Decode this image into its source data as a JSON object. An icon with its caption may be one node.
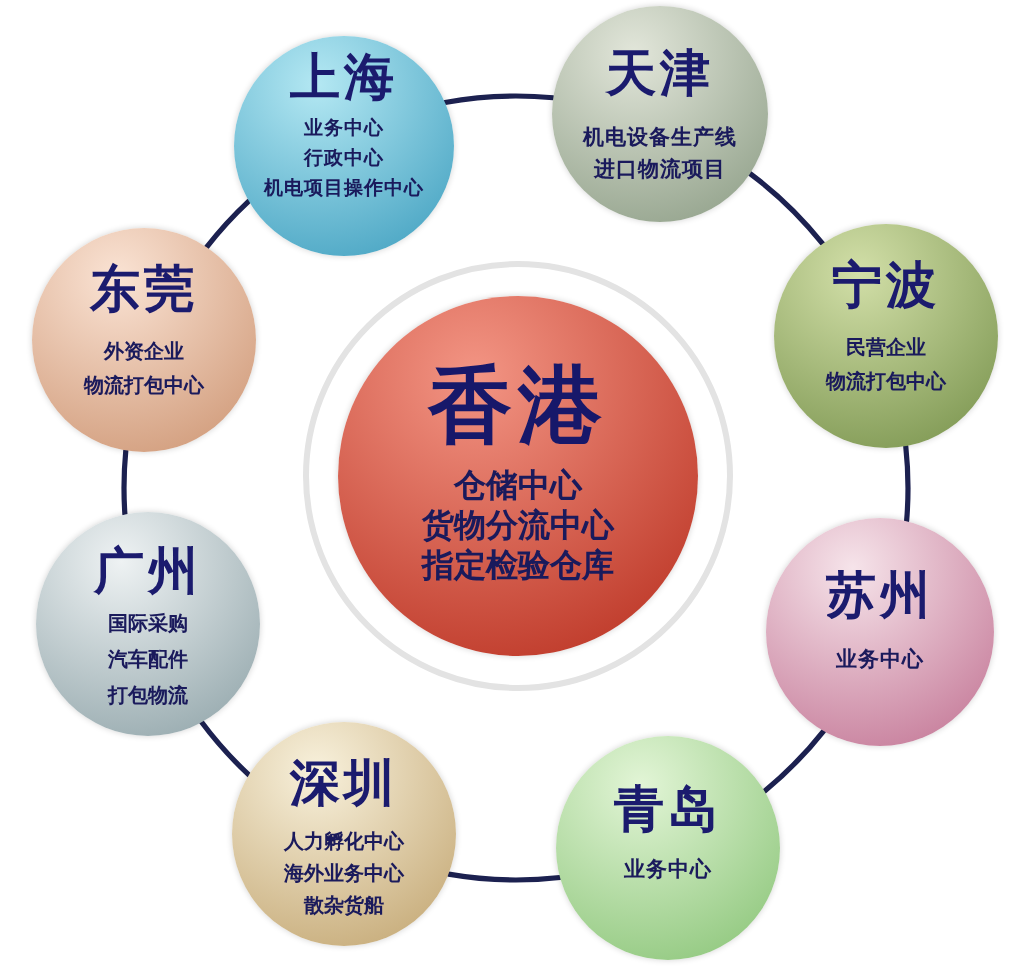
{
  "diagram": {
    "nodes": [
      {
        "text": [
          "上海",
          "业务中心",
          "行政中心",
          "机电项目操作中心"
        ]
      },
      {
        "text": [
          "天津",
          "机电设备生产线",
          "进口物流项目"
        ]
      },
      {
        "text": [
          "东莞",
          "外资企业",
          "物流打包中心"
        ]
      },
      {
        "text": [
          "宁波",
          "民营企业",
          "物流打包中心"
        ]
      },
      {
        "text": [
          "香港",
          "仓储中心",
          "货物分流中心",
          "指定检验仓库"
        ]
      },
      {
        "text": [
          "广州",
          "国际采购",
          "汽车配件",
          "打包物流"
        ]
      },
      {
        "text": [
          "苏州",
          "业务中心"
        ]
      },
      {
        "text": [
          "深圳",
          "人力孵化中心",
          "海外业务中心",
          "散杂货船"
        ]
      },
      {
        "text": [
          "青岛",
          "业务中心"
        ]
      }
    ],
    "edges": [
      {
        "from": 0,
        "to": 1,
        "arrow": "none"
      },
      {
        "from": 1,
        "to": 3,
        "arrow": "none"
      },
      {
        "from": 3,
        "to": 6,
        "arrow": "none"
      },
      {
        "from": 6,
        "to": 8,
        "arrow": "none"
      },
      {
        "from": 8,
        "to": 7,
        "arrow": "none"
      },
      {
        "from": 7,
        "to": 5,
        "arrow": "none"
      },
      {
        "from": 5,
        "to": 2,
        "arrow": "none"
      },
      {
        "from": 2,
        "to": 0,
        "arrow": "none"
      }
    ]
  }
}
